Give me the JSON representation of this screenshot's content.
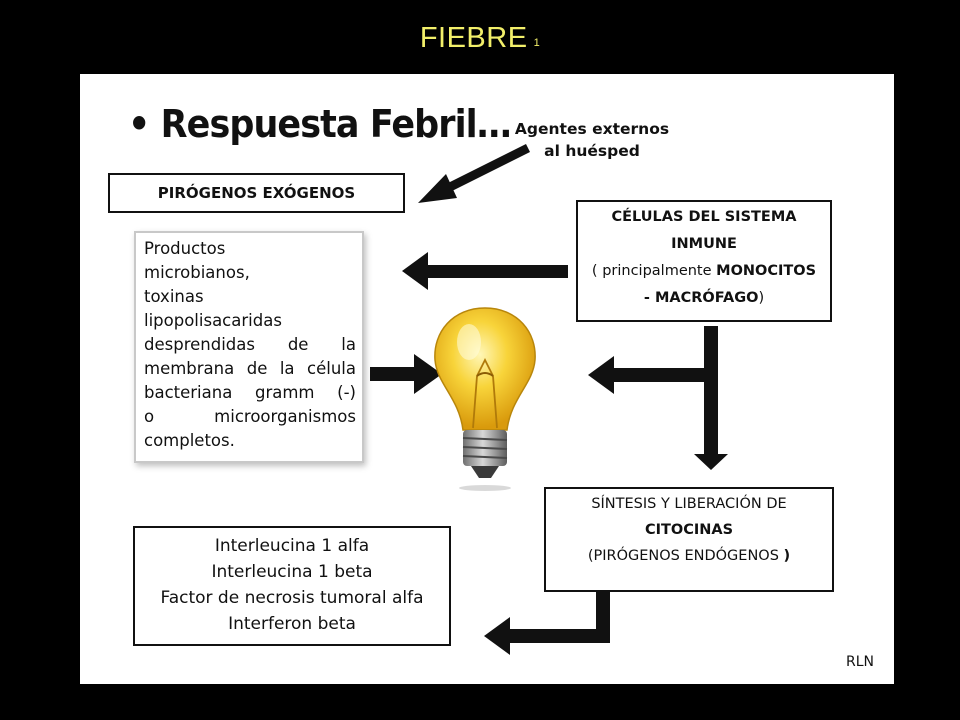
{
  "slide": {
    "title": "FIEBRE",
    "number": "1"
  },
  "diagram": {
    "heading": "• Respuesta Febril…",
    "external_agents": {
      "line1": "Agentes externos",
      "line2": "al huésped"
    },
    "exogenous_pyrogens": "PIRÓGENOS EXÓGENOS",
    "products": {
      "lines": [
        "Productos",
        "microbianos,",
        "toxinas",
        "lipopolisacaridas",
        "desprendidas de la",
        "membrana de la célula",
        "bacteriana gramm (-)",
        "o microorganismos",
        "completos."
      ]
    },
    "immune_cells": {
      "line1": "CÉLULAS DEL SISTEMA",
      "line2": "INMUNE",
      "line3_prefix": "( principalmente ",
      "line3_bold": "MONOCITOS",
      "line4_bold": "- MACRÓFAGO",
      "line4_suffix": ")"
    },
    "synthesis": {
      "line1": "SÍNTESIS Y LIBERACIÓN DE",
      "line2": "CITOCINAS",
      "line3": "(PIRÓGENOS ENDÓGENOS ",
      "line3_end": ")"
    },
    "cytokines": [
      "Interleucina 1 alfa",
      "Interleucina 1 beta",
      "Factor de necrosis tumoral alfa",
      "Interferon beta"
    ],
    "credit": "RLN"
  },
  "colors": {
    "background": "#000000",
    "title": "#f2ef6a",
    "panel": "#ffffff",
    "bulb": "#f6c31c",
    "arrow": "#111111"
  },
  "icons": [
    "light-bulb-icon",
    "arrow-icon"
  ]
}
